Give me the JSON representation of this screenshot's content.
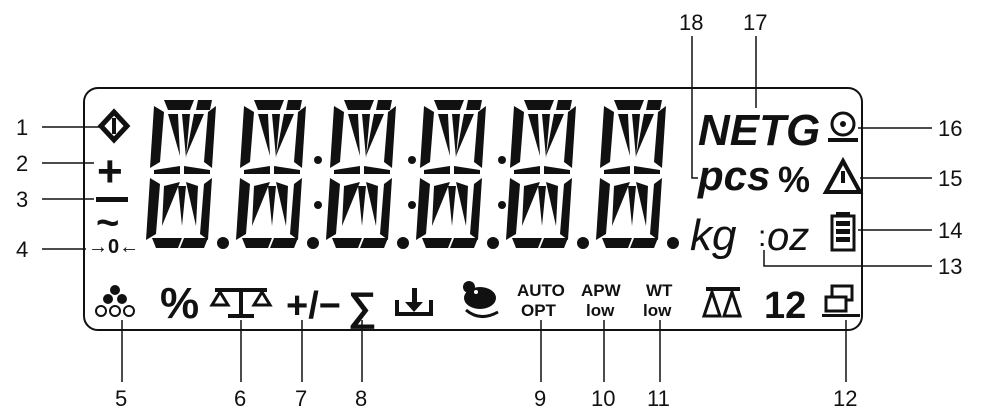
{
  "callouts": {
    "c1": "1",
    "c2": "2",
    "c3": "3",
    "c4": "4",
    "c5": "5",
    "c6": "6",
    "c7": "7",
    "c8": "8",
    "c9": "9",
    "c10": "10",
    "c11": "11",
    "c12": "12",
    "c13": "13",
    "c14": "14",
    "c15": "15",
    "c16": "16",
    "c17": "17",
    "c18": "18"
  },
  "display": {
    "left_symbols": {
      "plus": "+",
      "minus": "—",
      "tilde": "~",
      "zero_track": "→0←"
    },
    "units": {
      "netg": "NETG",
      "pcs": "pcs",
      "percent_unit": "%",
      "kg": "kg",
      "colon": ":",
      "oz": "oz"
    },
    "bottom": {
      "percent": "%",
      "plus_minus": "+/−",
      "sigma": "∑",
      "auto": "AUTO",
      "opt": "OPT",
      "apw": "APW",
      "apw_low": "low",
      "wt": "WT",
      "wt_low": "low",
      "twelve": "12"
    }
  },
  "colors": {
    "ink": "#111111",
    "background": "#ffffff"
  },
  "icons": [
    "stability-diamond-icon",
    "dots-cluster-icon",
    "balance-scale-icon",
    "download-arrow-icon",
    "animal-weighing-icon",
    "level-icon",
    "warning-icon",
    "battery-icon",
    "double-scale-icon",
    "multi-window-icon"
  ]
}
